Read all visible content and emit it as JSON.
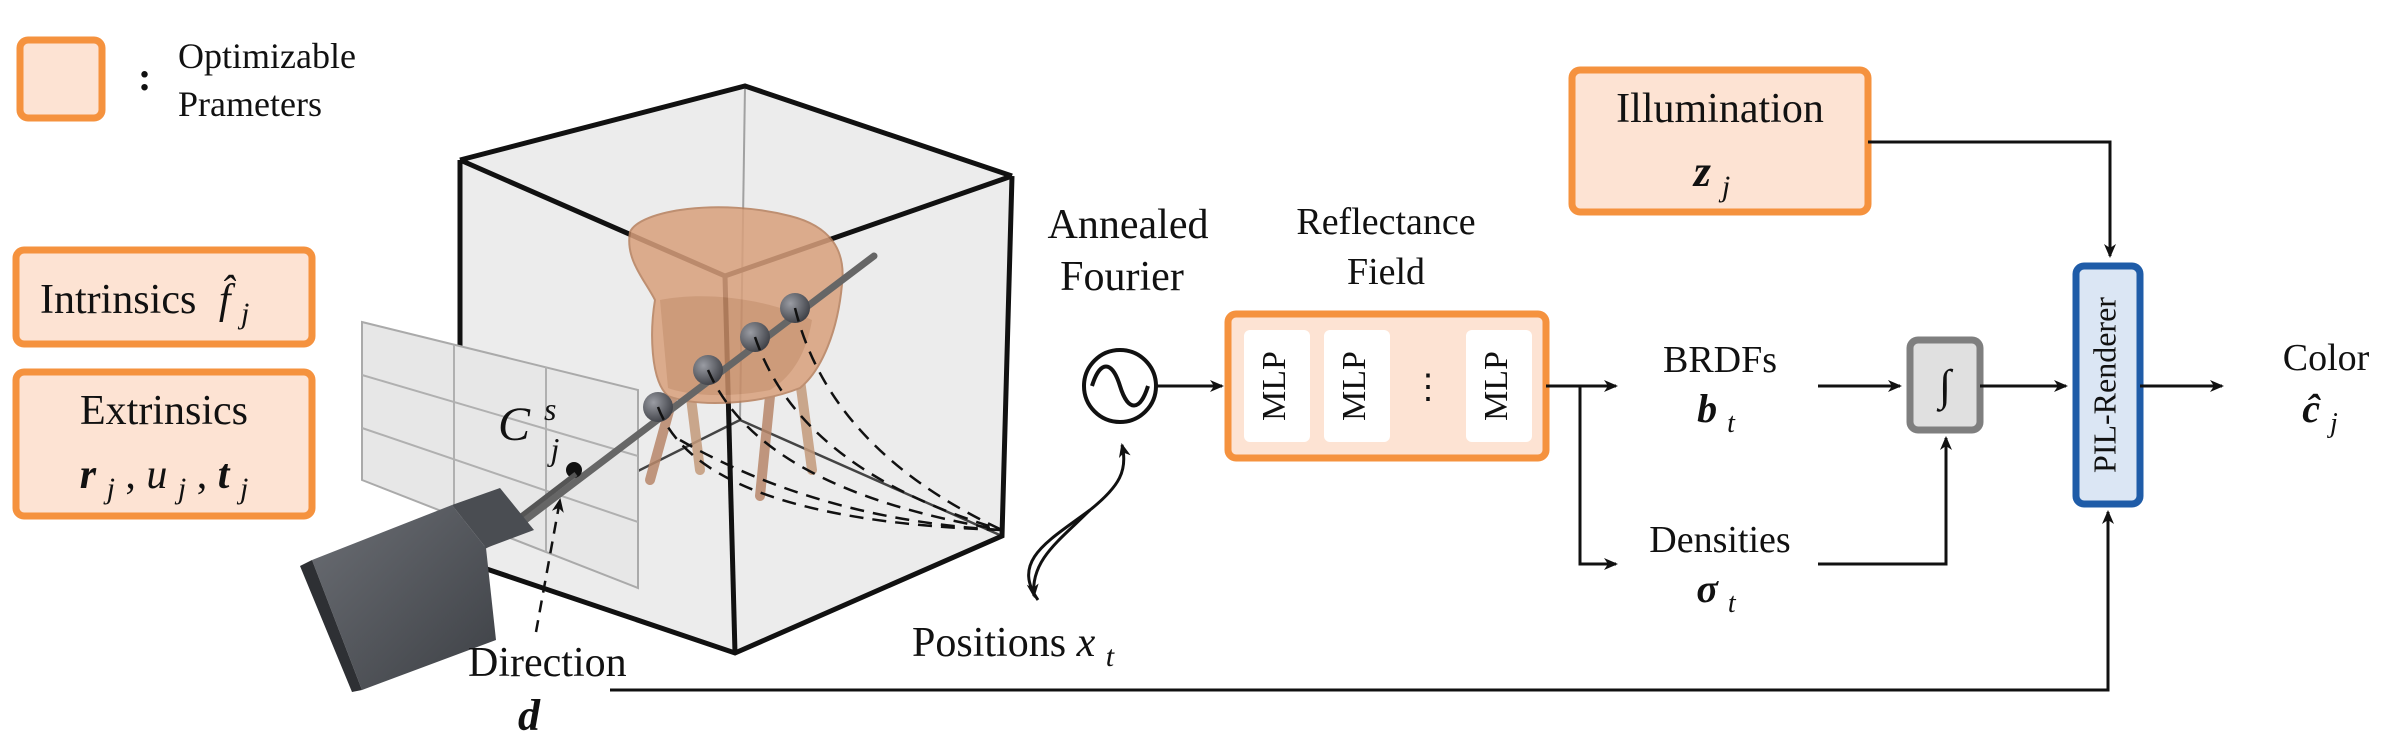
{
  "legend": {
    "colon": ":",
    "line1": "Optimizable",
    "line2": "Prameters"
  },
  "params": {
    "intrinsics": "Intrinsics",
    "intrinsics_symbol": "f̂",
    "intrinsics_sub": "j",
    "extrinsics": "Extrinsics",
    "extrinsics_symbol_r": "r",
    "extrinsics_sub_r": "j",
    "extrinsics_sep1": ", ",
    "extrinsics_symbol_u": "u",
    "extrinsics_sub_u": "j",
    "extrinsics_sep2": ", ",
    "extrinsics_symbol_t": "t",
    "extrinsics_sub_t": "j"
  },
  "scene": {
    "camera_center": "C",
    "camera_center_sup": "s",
    "camera_center_sub": "j",
    "direction_label": "Direction",
    "direction_symbol": "d",
    "positions_label": "Positions ",
    "positions_symbol": "x",
    "positions_sub": "t"
  },
  "pipeline": {
    "fourier_line1": "Annealed",
    "fourier_line2": "Fourier",
    "field_line1": "Reflectance",
    "field_line2": "Field",
    "mlp_labels": [
      "MLP",
      "MLP",
      "MLP"
    ],
    "mlp_ellipsis": "⋮",
    "brdf_label": "BRDFs",
    "brdf_symbol": "b",
    "brdf_sub": "t",
    "density_label": "Densities",
    "density_symbol": "σ",
    "density_sub": "t",
    "integral": "∫",
    "renderer": "PIL-Renderer",
    "illum_label": "Illumination",
    "illum_symbol": "z",
    "illum_sub": "j",
    "color_label": "Color",
    "color_symbol": "ĉ",
    "color_sub": "j"
  },
  "colors": {
    "orange_border": "#f5923e",
    "orange_fill": "#fde3d3",
    "renderer_border": "#1f5ca8",
    "renderer_fill": "#dbe6f4",
    "integral_border": "#7f7f7f",
    "integral_fill": "#e0e0e0"
  }
}
